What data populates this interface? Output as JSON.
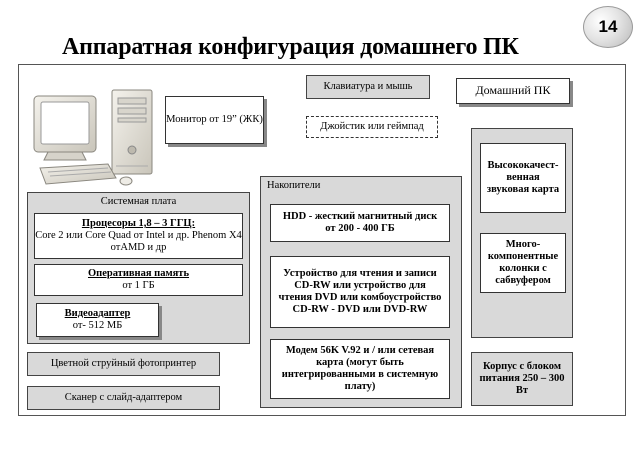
{
  "slide_number": "14",
  "title": "Аппаратная конфигурация домашнего ПК",
  "monitor": "Монитор от 19” (ЖК)",
  "keyboard_mouse": "Клавиатура и мышь",
  "joystick": "Джойстик или геймпад",
  "home_pc": "Домашний ПК",
  "motherboard": {
    "label": "Системная плата",
    "cpu_title": "Процесоры 1,8 – 3 ГГЦ:",
    "cpu_text": "Core 2  или Core Quad от Intel и др. Phenom X4 отAMD и др",
    "ram_title": "Оперативная память",
    "ram_text": "от 1 ГБ",
    "video_title": "Видеоадаптер",
    "video_text": "от- 512 МБ"
  },
  "printer": "Цветной струйный фотопринтер",
  "scanner": "Сканер с слайд-адаптером",
  "storage": {
    "label": "Накопители",
    "hdd": "HDD - жесткий магнитный диск от 200 - 400 ГБ",
    "optical": "Устройство для чтения и записи CD-RW или  устройство для чтения DVD или комбоустройство CD-RW  - DVD или DVD-RW",
    "modem": "Модем 56K V.92  и / или сетевая карта (могут быть интегрированными в системную плату)"
  },
  "sound_card": "Высококачест-венная звуковая карта",
  "speakers": "Много-компонентные колонки с сабвуфером",
  "case": "Корпус с блоком питания 250 – 300 Вт"
}
